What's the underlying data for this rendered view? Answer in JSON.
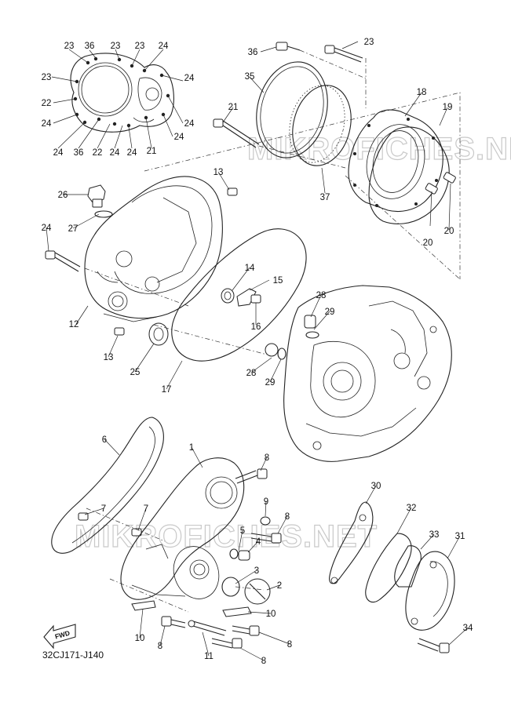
{
  "diagram_code": "32CJ171-J140",
  "fwd_label": "FWD",
  "watermark": "MIKROFICHES.NET",
  "callouts": [
    {
      "id": "c23a",
      "label": "23"
    },
    {
      "id": "c36a",
      "label": "36"
    },
    {
      "id": "c23b",
      "label": "23"
    },
    {
      "id": "c23c",
      "label": "23"
    },
    {
      "id": "c24a",
      "label": "24"
    },
    {
      "id": "c23d",
      "label": "23"
    },
    {
      "id": "c24b",
      "label": "24"
    },
    {
      "id": "c22a",
      "label": "22"
    },
    {
      "id": "c24c",
      "label": "24"
    },
    {
      "id": "c24d",
      "label": "24"
    },
    {
      "id": "c24e",
      "label": "24"
    },
    {
      "id": "c24f",
      "label": "24"
    },
    {
      "id": "c36b",
      "label": "36"
    },
    {
      "id": "c22b",
      "label": "22"
    },
    {
      "id": "c24g",
      "label": "24"
    },
    {
      "id": "c24h",
      "label": "24"
    },
    {
      "id": "c21a",
      "label": "21"
    },
    {
      "id": "c36c",
      "label": "36"
    },
    {
      "id": "c23e",
      "label": "23"
    },
    {
      "id": "c35",
      "label": "35"
    },
    {
      "id": "c18",
      "label": "18"
    },
    {
      "id": "c19",
      "label": "19"
    },
    {
      "id": "c21b",
      "label": "21"
    },
    {
      "id": "c37",
      "label": "37"
    },
    {
      "id": "c20a",
      "label": "20"
    },
    {
      "id": "c20b",
      "label": "20"
    },
    {
      "id": "c13a",
      "label": "13"
    },
    {
      "id": "c26",
      "label": "26"
    },
    {
      "id": "c27",
      "label": "27"
    },
    {
      "id": "c24i",
      "label": "24"
    },
    {
      "id": "c14",
      "label": "14"
    },
    {
      "id": "c15",
      "label": "15"
    },
    {
      "id": "c16",
      "label": "16"
    },
    {
      "id": "c12",
      "label": "12"
    },
    {
      "id": "c13b",
      "label": "13"
    },
    {
      "id": "c25",
      "label": "25"
    },
    {
      "id": "c17",
      "label": "17"
    },
    {
      "id": "c28a",
      "label": "28"
    },
    {
      "id": "c29a",
      "label": "29"
    },
    {
      "id": "c28b",
      "label": "28"
    },
    {
      "id": "c29b",
      "label": "29"
    },
    {
      "id": "c6",
      "label": "6"
    },
    {
      "id": "c1",
      "label": "1"
    },
    {
      "id": "c8a",
      "label": "8"
    },
    {
      "id": "c9",
      "label": "9"
    },
    {
      "id": "c8b",
      "label": "8"
    },
    {
      "id": "c7a",
      "label": "7"
    },
    {
      "id": "c7b",
      "label": "7"
    },
    {
      "id": "c5",
      "label": "5"
    },
    {
      "id": "c4",
      "label": "4"
    },
    {
      "id": "c3",
      "label": "3"
    },
    {
      "id": "c2",
      "label": "2"
    },
    {
      "id": "c10a",
      "label": "10"
    },
    {
      "id": "c10b",
      "label": "10"
    },
    {
      "id": "c8c",
      "label": "8"
    },
    {
      "id": "c11",
      "label": "11"
    },
    {
      "id": "c8d",
      "label": "8"
    },
    {
      "id": "c8e",
      "label": "8"
    },
    {
      "id": "c30",
      "label": "30"
    },
    {
      "id": "c32",
      "label": "32"
    },
    {
      "id": "c33",
      "label": "33"
    },
    {
      "id": "c31",
      "label": "31"
    },
    {
      "id": "c34",
      "label": "34"
    }
  ]
}
